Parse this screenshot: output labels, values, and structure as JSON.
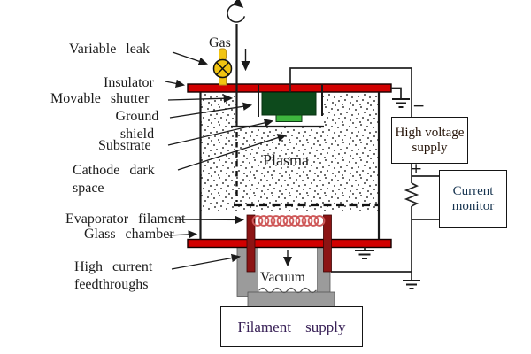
{
  "diagram": {
    "description": "Sputter/evaporation vacuum chamber apparatus schematic",
    "labels": {
      "variable_leak": "Variable leak",
      "gas": "Gas",
      "insulator": "Insulator",
      "movable_shutter": "Movable shutter",
      "ground_shield": "Ground shield",
      "substrate": "Substrate",
      "cathode_dark_space": "Cathode dark space",
      "plasma": "Plasma",
      "evaporator_filament": "Evaporator filament",
      "glass_chamber": "Glass chamber",
      "high_current_feedthroughs": "High current feedthroughs",
      "vacuum": "Vacuum",
      "minus": "−",
      "plus": "+"
    },
    "boxes": {
      "high_voltage_supply": {
        "label": "High voltage supply"
      },
      "current_monitor": {
        "label": "Current monitor"
      },
      "filament_supply": {
        "label": "Filament supply"
      }
    },
    "icons": {
      "rotation_arrow": "shutter-rotation-indicator",
      "gas_valve": "variable-leak-valve",
      "ground_symbols": 3,
      "resistor": "series-resistor",
      "filament_coil": "evaporator-coil"
    }
  },
  "colors": {
    "plate_red": "#d10000",
    "electrode_dark_green": "#0d4a1c",
    "substrate_green": "#3eb53e",
    "valve_yellow": "#f2c411",
    "feedthrough_dark_red": "#8c1414",
    "coil_red": "#cf5a5a",
    "base_gray": "#9b9b9b",
    "hv_orange": "#f5791d",
    "monitor_blue": "#2d9cc9",
    "filament_pink": "#f97cc4",
    "line_black": "#1a1a1a"
  }
}
